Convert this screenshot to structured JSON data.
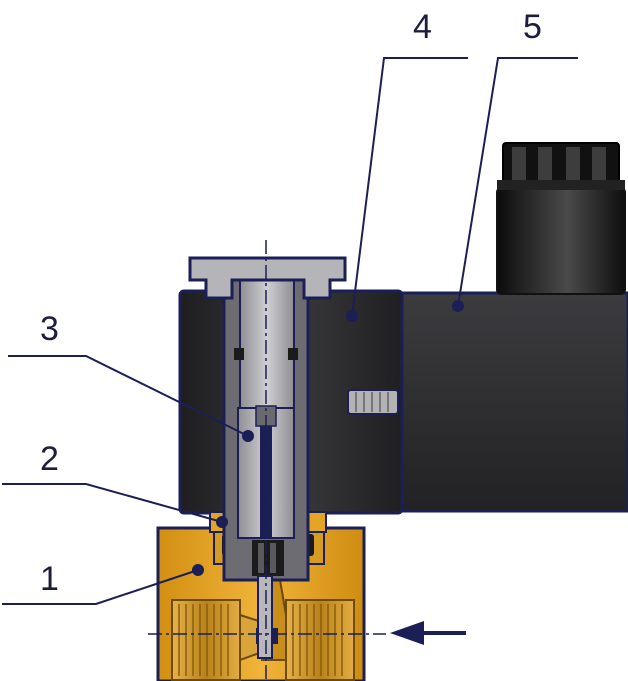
{
  "callouts": [
    {
      "id": "1",
      "label": "1"
    },
    {
      "id": "2",
      "label": "2"
    },
    {
      "id": "3",
      "label": "3"
    },
    {
      "id": "4",
      "label": "4"
    },
    {
      "id": "5",
      "label": "5"
    }
  ],
  "colors": {
    "outline": "#1b1f55",
    "brass": "#e3a21a",
    "brass_dark": "#b37a10",
    "coil_body": "#2a2a2c",
    "core_gray": "#a9a9ad",
    "connector_dark": "#141414",
    "arrow": "#1b1f55"
  }
}
